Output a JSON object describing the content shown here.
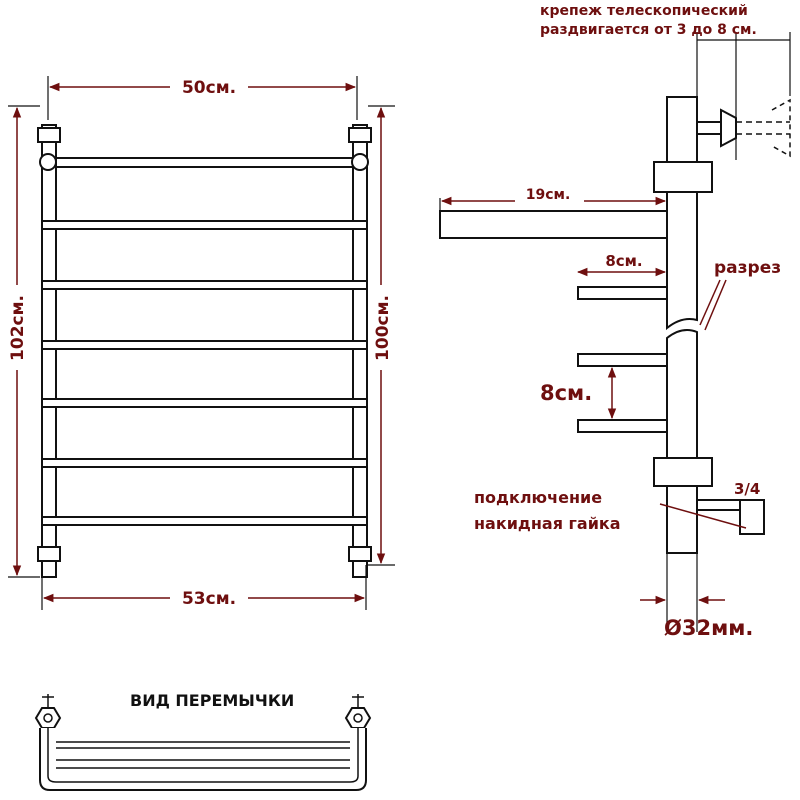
{
  "labels": {
    "mount_line1": "крепеж телескопический",
    "mount_line2": "раздвигается от 3 до 8 см.",
    "width_top": "50см.",
    "width_bottom": "53см.",
    "height_left": "102см.",
    "height_right": "100см.",
    "depth_19": "19см.",
    "depth_8": "8см.",
    "spacing_8": "8см.",
    "cut": "разрез",
    "thread": "3/4",
    "connection_line1": "подключение",
    "connection_line2": "накидная гайка",
    "diameter": "Ø32мм.",
    "bridge_view": "ВИД ПЕРЕМЫЧКИ"
  },
  "colors": {
    "dimension": "#6e0f0f",
    "outline": "#111111"
  }
}
